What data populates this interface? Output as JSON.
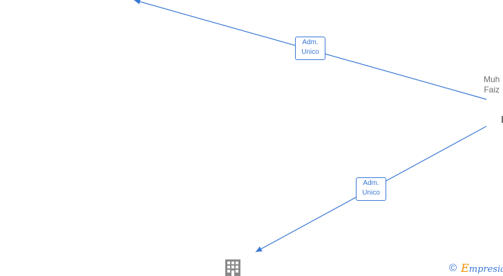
{
  "edges": [
    {
      "label_line1": "Adm.",
      "label_line2": "Unico"
    },
    {
      "label_line1": "Adm.",
      "label_line2": "Unico"
    }
  ],
  "person": {
    "name_line1": "Muh",
    "name_line2": "Faiz"
  },
  "company_icon": "building-icon",
  "brand": {
    "copyright": "©",
    "first_letter": "E",
    "rest": "mpresia"
  },
  "colors": {
    "edge": "#3a78d6",
    "node_text": "#6d6d6d",
    "icon": "#8a8a8a",
    "brand_accent": "#f29100"
  }
}
